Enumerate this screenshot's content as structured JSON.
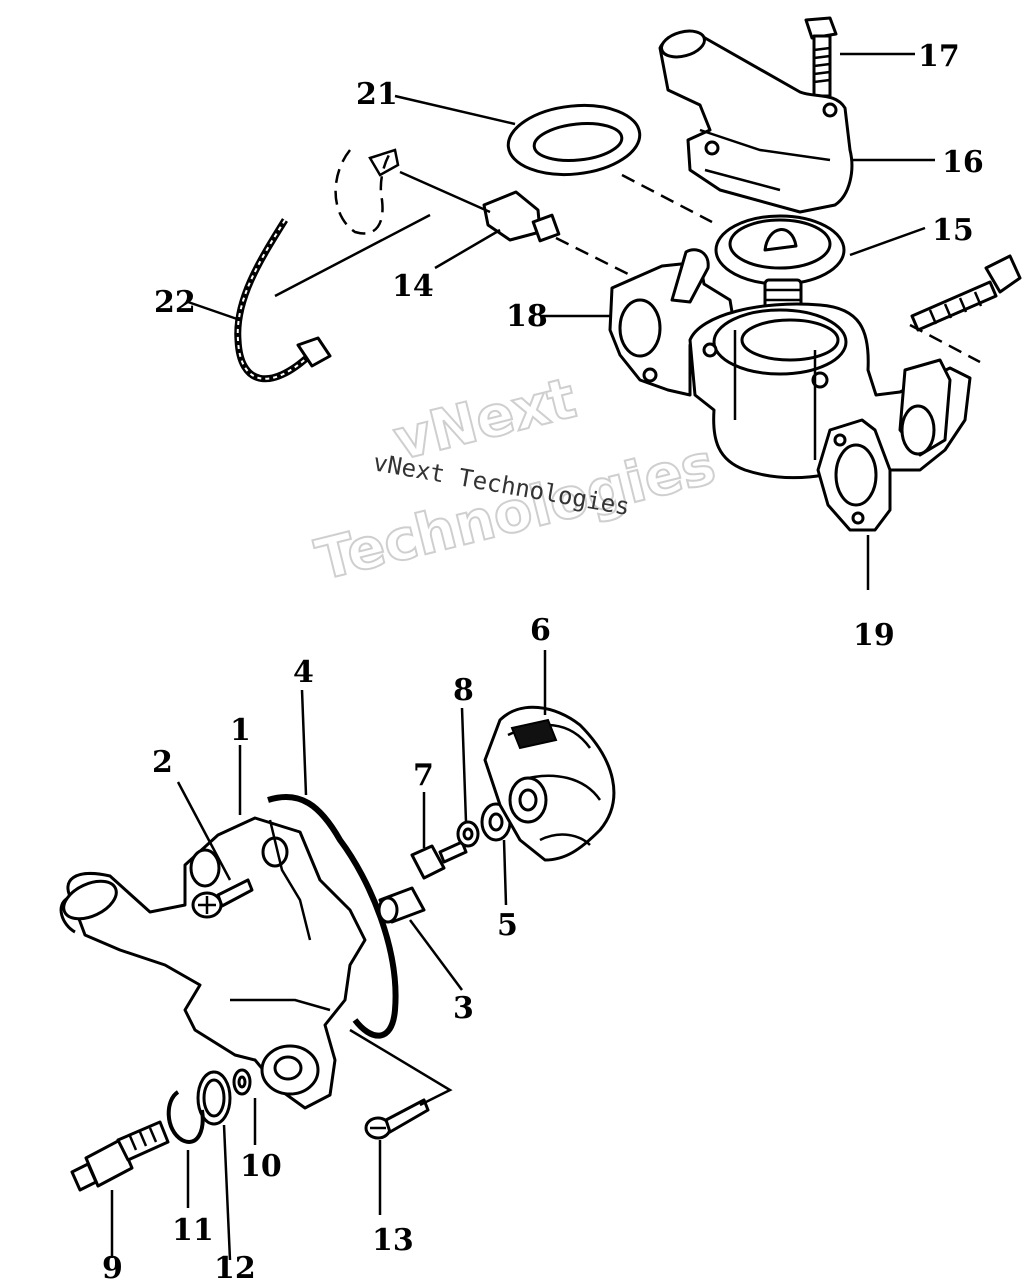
{
  "watermark": {
    "large_line1": "vNext",
    "large_line2": "Technologies",
    "small": "vNext Technologies"
  },
  "callouts": {
    "c1": "1",
    "c2": "2",
    "c3": "3",
    "c4": "4",
    "c5": "5",
    "c6": "6",
    "c7": "7",
    "c8": "8",
    "c9": "9",
    "c10": "10",
    "c11": "11",
    "c12": "12",
    "c13": "13",
    "c14": "14",
    "c15": "15",
    "c16": "16",
    "c17": "17",
    "c18": "18",
    "c19": "19",
    "c21": "21",
    "c22": "22"
  }
}
